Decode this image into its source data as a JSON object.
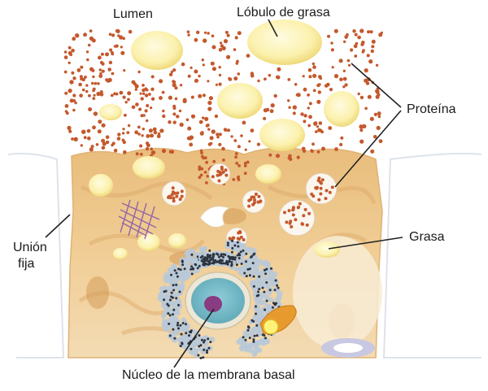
{
  "labels": {
    "lumen": "Lumen",
    "fat_lobule": "Lóbulo de grasa",
    "protein": "Proteína",
    "tight_junction_line1": "Unión",
    "tight_junction_line2": "fija",
    "fat": "Grasa",
    "nucleus": "Núcleo de la membrana basal"
  },
  "colors": {
    "cytoplasm": "#eec98f",
    "cytoplasm_dark": "#d9a460",
    "protein_dot": "#c4582c",
    "fat_globule": "#fbf3b4",
    "nucleus": "#7cbcc9",
    "nucleolus": "#8a3c82",
    "er_dots": "#b9c9d8",
    "leader_line": "#222222"
  }
}
